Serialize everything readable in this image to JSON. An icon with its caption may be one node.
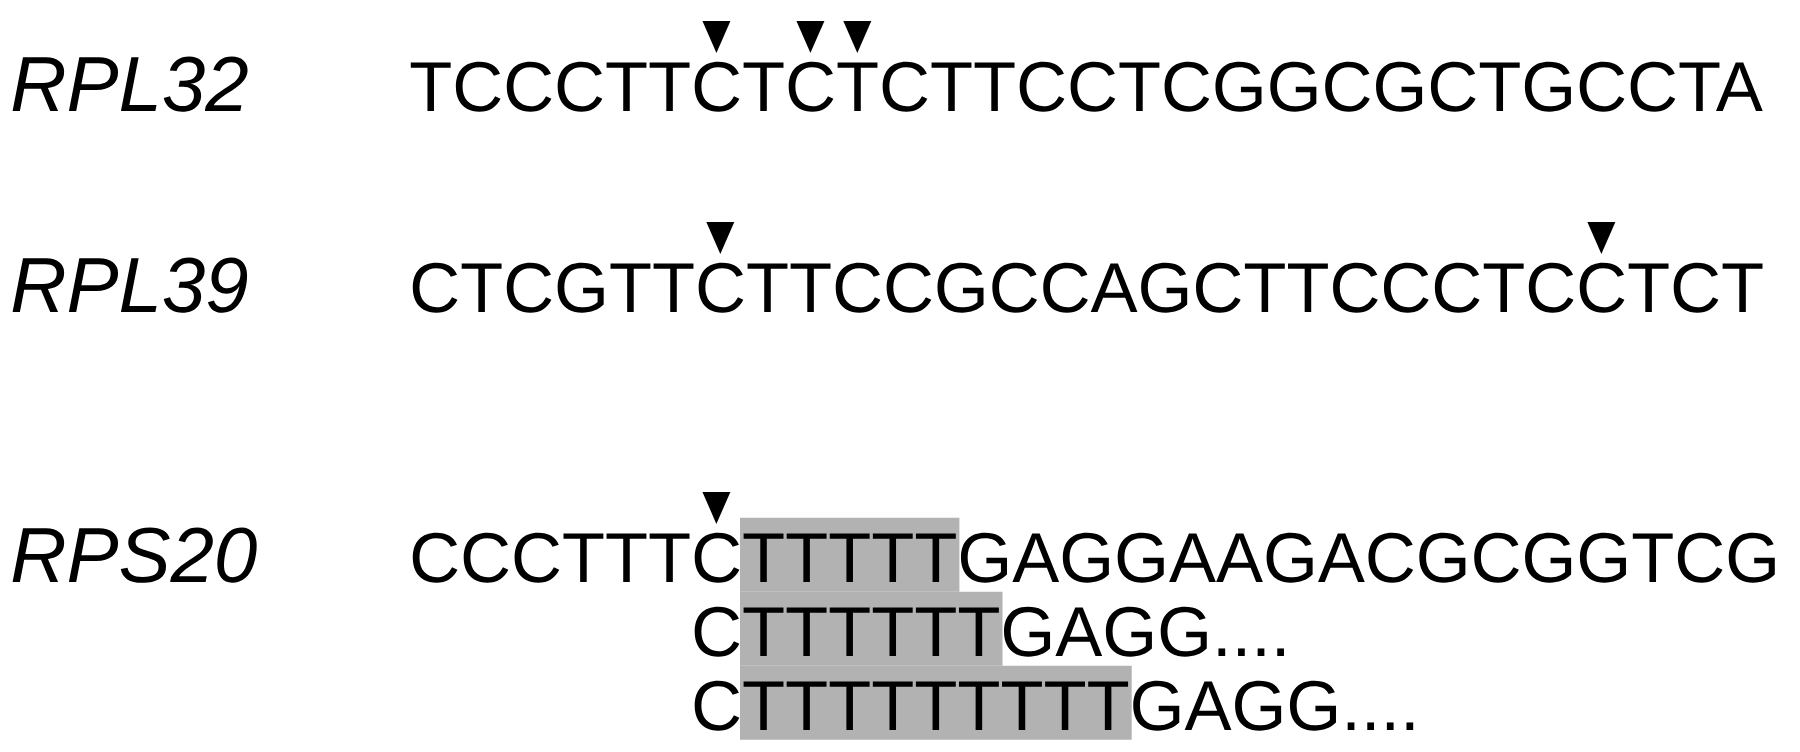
{
  "diagram": {
    "nodes": [
      {
        "text": [],
        "shape": "box"
      },
      {
        "text": [],
        "shape": "box"
      },
      {
        "text": [],
        "shape": "box"
      }
    ],
    "labels": [
      "RPL32",
      "TCCCTTCTCTCTTCCTCGGCGCTGCCTA",
      "RPL39",
      "CTCGTTCTTCCGCCAGCTTCCCTCCTCT",
      "RPS20",
      "CCCTTTCTTTTTGAGGAAGACGCGGTCG",
      "CTTTTTTGAGG....",
      "CTTTTTTTTTGAGG...."
    ]
  }
}
